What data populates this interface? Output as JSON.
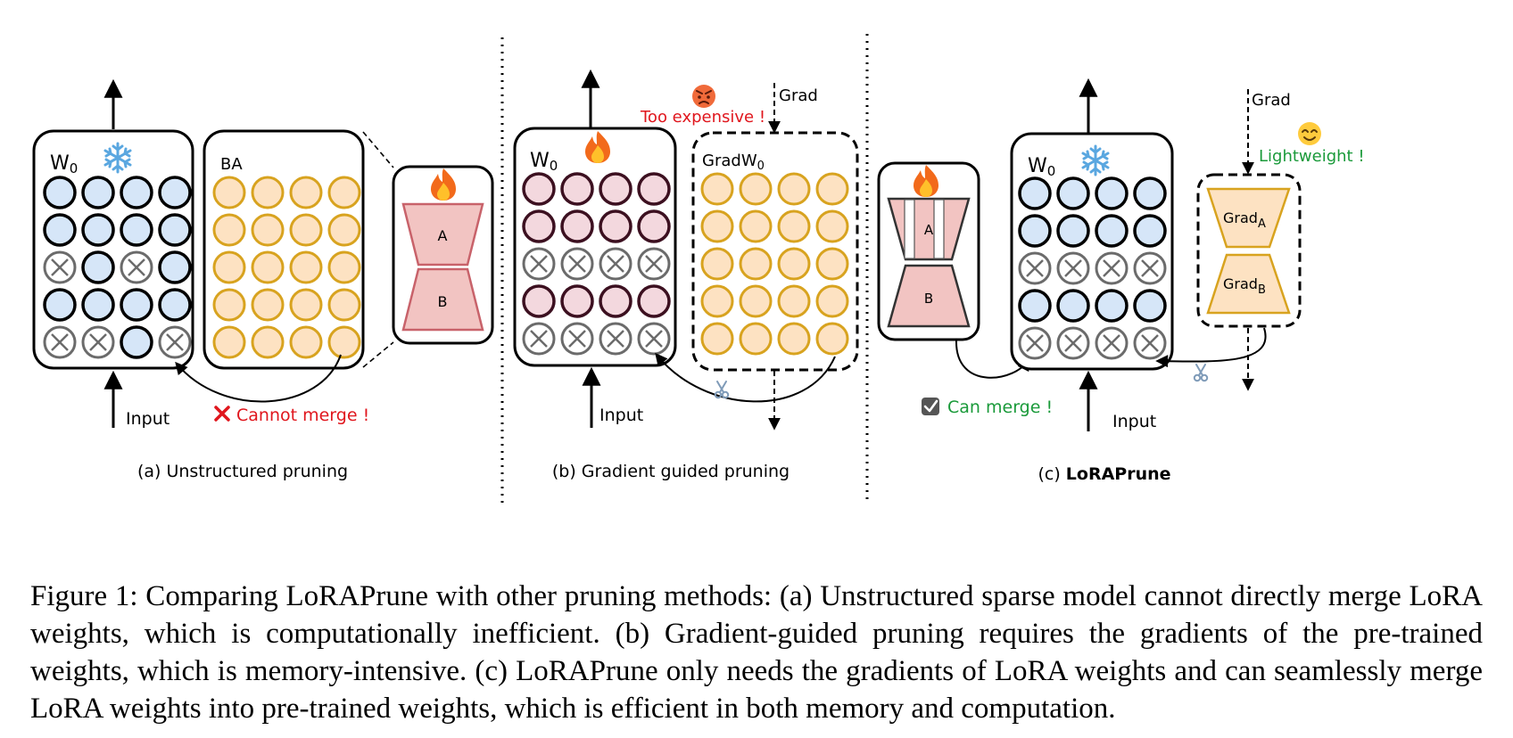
{
  "panels": {
    "a": {
      "sublabel": "(a)   Unstructured pruning",
      "w0": "W",
      "w0_sub": "0",
      "ba": "BA",
      "adapter_a": "A",
      "adapter_b": "B",
      "input": "Input",
      "merge_note": "Cannot merge !",
      "w0_states": [
        [
          1,
          1,
          1,
          1
        ],
        [
          1,
          1,
          1,
          1
        ],
        [
          0,
          1,
          0,
          1
        ],
        [
          1,
          1,
          1,
          1
        ],
        [
          0,
          0,
          1,
          0
        ]
      ]
    },
    "b": {
      "sublabel": "(b) Gradient guided pruning",
      "w0": "W",
      "w0_sub": "0",
      "grad_label": "Grad",
      "grad_w0": "Grad",
      "grad_w0_sub_w": "W",
      "grad_w0_sub_0": "0",
      "input": "Input",
      "cost_note": "Too expensive !",
      "w0_states": [
        [
          1,
          1,
          1,
          1
        ],
        [
          1,
          1,
          1,
          1
        ],
        [
          0,
          0,
          0,
          0
        ],
        [
          1,
          1,
          1,
          1
        ],
        [
          0,
          0,
          0,
          0
        ]
      ]
    },
    "c": {
      "sublabel_prefix": "(c) ",
      "sublabel_name": "LoRAPrune",
      "w0": "W",
      "w0_sub": "0",
      "adapter_a": "A",
      "adapter_b": "B",
      "grad_label": "Grad",
      "grad_a": "Grad",
      "grad_a_sub": "A",
      "grad_b": "Grad",
      "grad_b_sub": "B",
      "input": "Input",
      "merge_note": "Can merge !",
      "light_note": "Lightweight !",
      "w0_states": [
        [
          1,
          1,
          1,
          1
        ],
        [
          1,
          1,
          1,
          1
        ],
        [
          0,
          0,
          0,
          0
        ],
        [
          1,
          1,
          1,
          1
        ],
        [
          0,
          0,
          0,
          0
        ]
      ]
    }
  },
  "caption": "Figure 1:  Comparing LoRAPrune with other pruning methods: (a) Unstructured sparse model cannot directly merge LoRA weights, which is computationally inefficient. (b) Gradient-guided pruning requires the gradients of the pre-trained weights, which is memory-intensive. (c) LoRAPrune only needs the gradients of LoRA weights and can seamlessly merge LoRA weights into pre-trained weights, which is efficient in both memory and computation.",
  "colors": {
    "active_weight_fill": "#d6e6f8",
    "pruned_weight_stroke": "#6b6b6b",
    "lora_fill": "#fde2c2",
    "lora_stroke": "#d8a31f",
    "adapter_fill": "#f2c4c2",
    "adapter_stroke": "#c8626a",
    "tuned_weight_fill": "#f3d8de",
    "tuned_weight_stroke": "#3c1020",
    "negative_text": "#e0161d",
    "positive_text": "#1a9a3a"
  },
  "icons": [
    "snowflake-icon",
    "fire-icon",
    "angry-face-icon",
    "smile-face-icon",
    "cross-mark-icon",
    "check-box-icon",
    "scissors-icon"
  ]
}
